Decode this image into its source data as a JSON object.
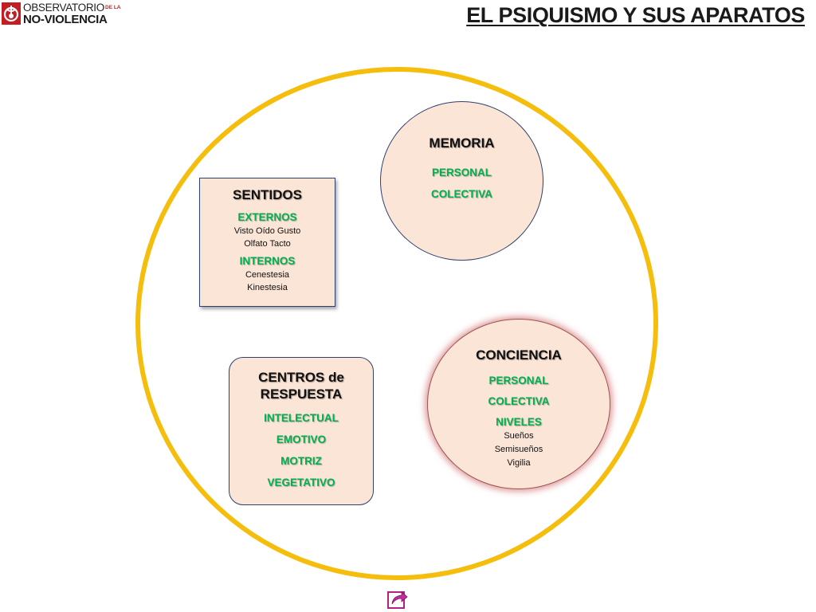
{
  "logo": {
    "line1": "OBSERVATORIO",
    "dela": "DE LA",
    "line2": "NO-VIOLENCIA"
  },
  "title": "EL PSIQUISMO Y SUS APARATOS",
  "colors": {
    "ring": "#f5bd0c",
    "node_fill": "#fbe5d6",
    "green_text": "#00b050",
    "logo_red": "#c41e24"
  },
  "memoria": {
    "title": "MEMORIA",
    "items": [
      "PERSONAL",
      "COLECTIVA"
    ]
  },
  "sentidos": {
    "title": "SENTIDOS",
    "externos_label": "EXTERNOS",
    "externos_lines": [
      "Visto Oído Gusto",
      "Olfato Tacto"
    ],
    "internos_label": "INTERNOS",
    "internos_lines": [
      "Cenestesia",
      "Kinestesia"
    ]
  },
  "centros": {
    "title_line1": "CENTROS de",
    "title_line2": "RESPUESTA",
    "items": [
      "INTELECTUAL",
      "EMOTIVO",
      "MOTRIZ",
      "VEGETATIVO"
    ]
  },
  "conciencia": {
    "title": "CONCIENCIA",
    "items": [
      "PERSONAL",
      "COLECTIVA"
    ],
    "niveles_label": "NIVELES",
    "niveles": [
      "Sueños",
      "Semisueños",
      "Vigilia"
    ]
  },
  "nav": {
    "icon": "return-arrow-icon"
  }
}
